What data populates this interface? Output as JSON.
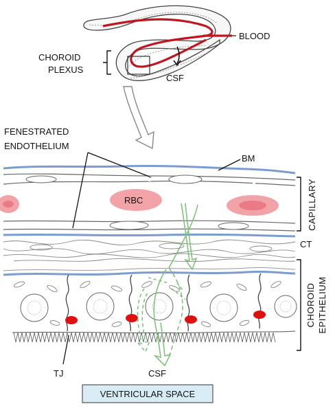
{
  "labels": {
    "blood": "BLOOD",
    "choroid_plexus_line1": "CHOROID",
    "choroid_plexus_line2": "PLEXUS",
    "csf_top": "CSF",
    "fenestrated_line1": "FENESTRATED",
    "fenestrated_line2": "ENDOTHELIUM",
    "bm": "BM",
    "rbc": "RBC",
    "capillary": "CAPILLARY",
    "ct": "CT",
    "choroid_epithelium_line1": "CHOROID",
    "choroid_epithelium_line2": "EPITHELIUM",
    "tj": "TJ",
    "csf_bottom": "CSF",
    "ventricular_space": "VENTRICULAR SPACE"
  },
  "colors": {
    "blood": "#c0161f",
    "basement_membrane": "#7a9ccf",
    "rbc": "#f2a3a8",
    "tight_junction": "#e01010",
    "csf_flow": "#7fc27a",
    "ventricular_box": "#d9ecf6"
  }
}
